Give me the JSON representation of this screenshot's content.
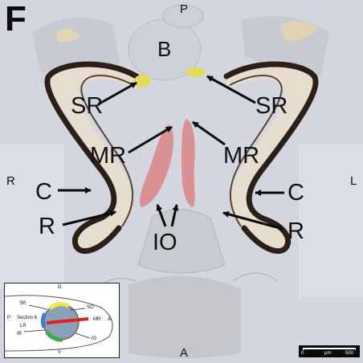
{
  "figure": {
    "panel_letter": "F",
    "orientation": {
      "posterior": "P",
      "anterior": "A",
      "right": "R",
      "left": "L"
    },
    "structures": {
      "brain": "B",
      "superior_rectus_left": "SR",
      "superior_rectus_right": "SR",
      "medial_rectus_left": "MR",
      "medial_rectus_right": "MR",
      "cornea_left": "C",
      "cornea_right": "C",
      "retina_left": "R",
      "retina_right": "R",
      "inferior_oblique": "IO"
    },
    "colors": {
      "background": "#d4d6df",
      "superior_rectus": "#e3dc58",
      "medial_rectus": "#d98a8c",
      "retina": "#2c1f18",
      "arrows": "#0a0a0a"
    }
  },
  "inset": {
    "top": "D",
    "bottom": "V",
    "left": "P",
    "right": "A",
    "section": "Section 6",
    "muscles": {
      "sr": "SR",
      "so": "SO",
      "lr": "LR",
      "mr": "MR",
      "ir": "IR",
      "io": "IO"
    },
    "colors": {
      "sr": "#f0e64a",
      "lr": "#3a7fd0",
      "mr": "#e02020",
      "ir": "#44a844",
      "eye": "#8aa0b8"
    }
  },
  "scale_bar": {
    "start": "0",
    "unit": "µm",
    "end": "500"
  }
}
